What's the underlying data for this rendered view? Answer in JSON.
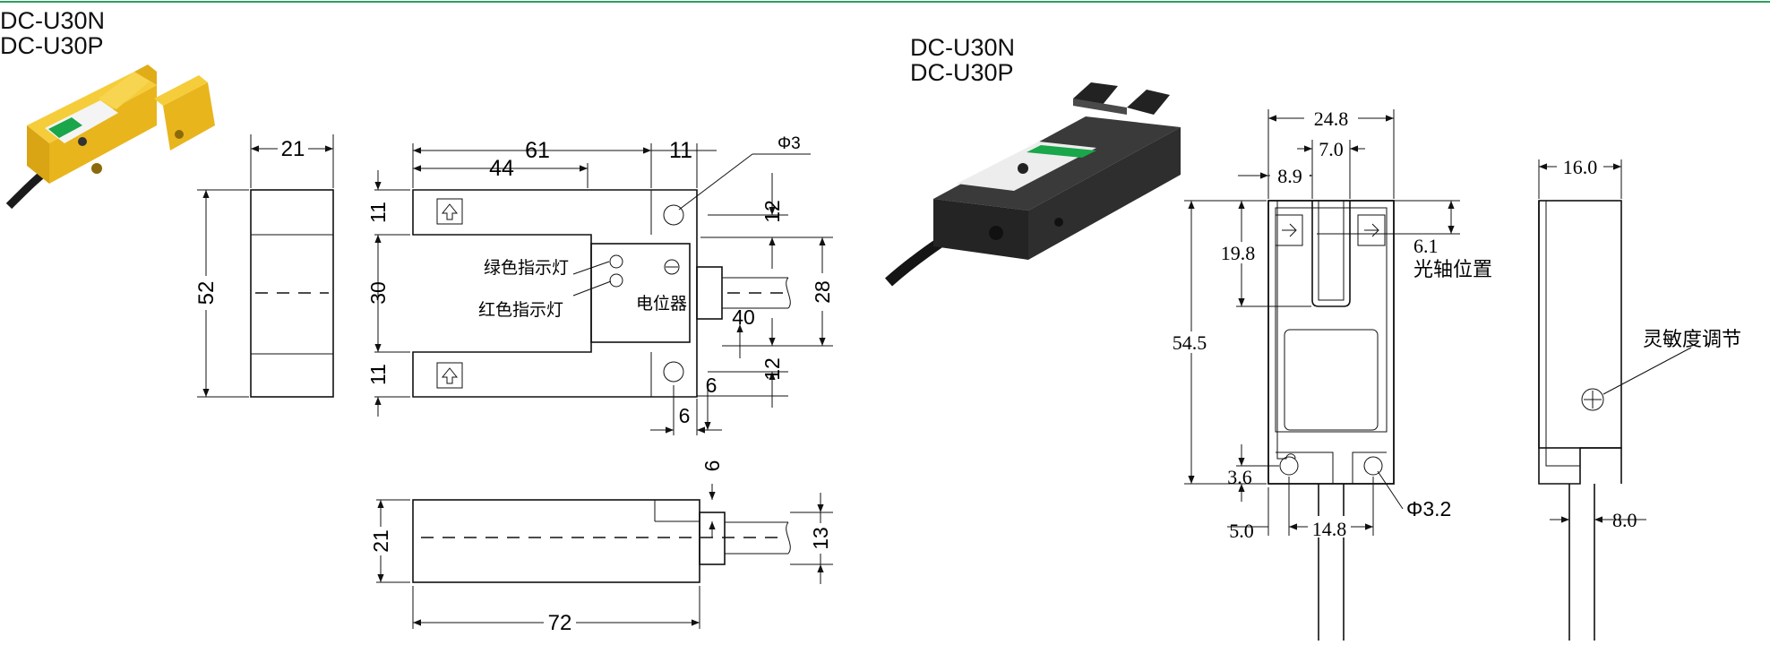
{
  "models": {
    "line1": "DC-U30N",
    "line2": "DC-U30P"
  },
  "left_drawing": {
    "side_width": "21",
    "side_height": "52",
    "total_length": "61",
    "slot_depth": "44",
    "hole_offset": "11",
    "hole_dia": "Φ3",
    "arm_top": "11",
    "gap": "30",
    "arm_bottom": "11",
    "hole_from_edge_top": "12",
    "cable_zone": "28",
    "cable_length": "40",
    "hole_from_edge_bottom": "12",
    "hole_x_right": "6",
    "hole_x_bottom": "6",
    "green_led": "绿色指示灯",
    "red_led": "红色指示灯",
    "potentiometer": "电位器",
    "bottom_height": "21",
    "bottom_length": "72",
    "bottom_step": "6",
    "cable_dia": "13"
  },
  "right_drawing": {
    "width": "24.8",
    "slot_width": "7.0",
    "slot_offset": "8.9",
    "slot_depth": "19.8",
    "height": "54.5",
    "optical_offset": "6.1",
    "optical_axis_label": "光轴位置",
    "hole_height": "3.6",
    "hole_x": "5.0",
    "hole_spacing": "14.8",
    "hole_dia": "Φ3.2",
    "side_width": "16.0",
    "sensitivity_label": "灵敏度调节",
    "cable_width": "8.0"
  },
  "colors": {
    "accent_line": "#2e9e5e",
    "yellow_body": "#f2c01e",
    "black_body": "#2a2a2a",
    "label_green": "#1aa64a"
  }
}
